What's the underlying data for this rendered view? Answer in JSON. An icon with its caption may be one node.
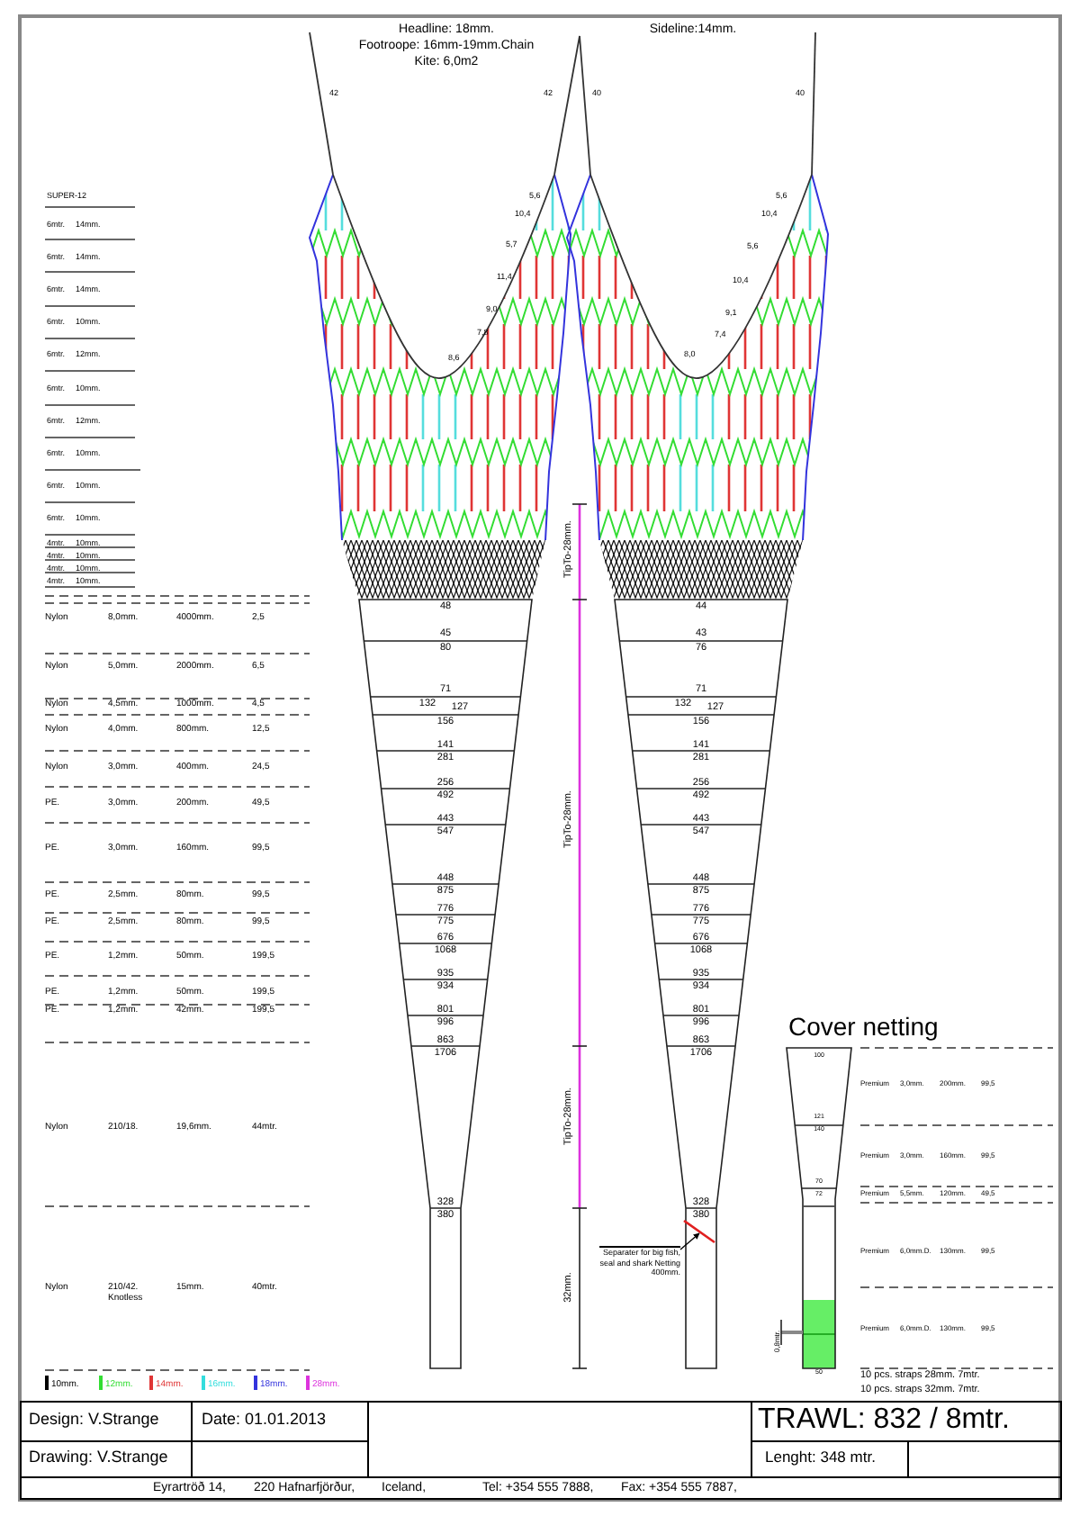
{
  "diagram": {
    "nodes": [
      {
        "text": [
          "Separater for big fish, seal and shark Netting 400mm."
        ]
      },
      {
        "text": [],
        "shape": "bar"
      }
    ],
    "edges": [
      {
        "from": 0,
        "to": 1,
        "arrow": "to"
      }
    ],
    "labels": [
      "Headline: 18mm.",
      "Footroope: 16mm-19mm.Chain",
      "Kite: 6,0m2",
      "Sideline:14mm.",
      "42",
      "42",
      "5,6",
      "10,4",
      "5,7",
      "11,4",
      "9,0",
      "7,8",
      "8,6",
      "40",
      "40",
      "5,6",
      "10,4",
      "5,6",
      "10,4",
      "9,1",
      "7,4",
      "8,0",
      "SUPER-12",
      "6mtr.",
      "14mm.",
      "6mtr.",
      "14mm.",
      "6mtr.",
      "14mm.",
      "6mtr.",
      "10mm.",
      "6mtr.",
      "12mm.",
      "6mtr.",
      "10mm.",
      "6mtr.",
      "12mm.",
      "6mtr.",
      "10mm.",
      "6mtr.",
      "10mm.",
      "6mtr.",
      "10mm.",
      "4mtr.",
      "10mm.",
      "4mtr.",
      "10mm.",
      "4mtr.",
      "10mm.",
      "4mtr.",
      "10mm.",
      "Nylon",
      "8,0mm.",
      "4000mm.",
      "2,5",
      "Nylon",
      "5,0mm.",
      "2000mm.",
      "6,5",
      "Nylon",
      "4,5mm.",
      "1000mm.",
      "4,5",
      "Nylon",
      "4,0mm.",
      "800mm.",
      "12,5",
      "Nylon",
      "3,0mm.",
      "400mm.",
      "24,5",
      "PE.",
      "3,0mm.",
      "200mm.",
      "49,5",
      "PE.",
      "3,0mm.",
      "160mm.",
      "99,5",
      "PE.",
      "2,5mm.",
      "80mm.",
      "99,5",
      "PE.",
      "2,5mm.",
      "80mm.",
      "99,5",
      "PE.",
      "1,2mm.",
      "50mm.",
      "199,5",
      "PE.",
      "1,2mm.",
      "50mm.",
      "199,5",
      "PE.",
      "1,2mm.",
      "42mm.",
      "199,5",
      "Nylon",
      "210/18.",
      "19,6mm.",
      "44mtr.",
      "Nylon",
      "210/42. Knotless",
      "15mm.",
      "40mtr.",
      "48",
      "45",
      "80",
      "71",
      "132",
      "127",
      "156",
      "141",
      "281",
      "256",
      "492",
      "443",
      "547",
      "448",
      "875",
      "776",
      "775",
      "676",
      "1068",
      "935",
      "934",
      "801",
      "996",
      "863",
      "1706",
      "328",
      "380",
      "44",
      "43",
      "76",
      "71",
      "132",
      "127",
      "156",
      "141",
      "281",
      "256",
      "492",
      "443",
      "547",
      "448",
      "875",
      "776",
      "775",
      "676",
      "1068",
      "935",
      "934",
      "801",
      "996",
      "863",
      "1706",
      "328",
      "380",
      "TipTo-28mm.",
      "TipTo-28mm.",
      "TipTo-28mm.",
      "32mm.",
      "Cover netting",
      "100",
      "121",
      "140",
      "70",
      "72",
      "50",
      "0,8mtr.",
      "Premium",
      "3,0mm.",
      "200mm.",
      "99,5",
      "Premium",
      "3,0mm.",
      "160mm.",
      "99,5",
      "Premium",
      "5,5mm.",
      "120mm.",
      "49,5",
      "Premium",
      "6,0mm.D.",
      "130mm.",
      "99,5",
      "Premium",
      "6,0mm.D.",
      "130mm.",
      "99,5",
      "10 pcs. straps 28mm. 7mtr.",
      "10 pcs. straps 32mm. 7mtr.",
      "Design: V.Strange",
      "Date: 01.01.2013",
      "Drawing: V.Strange",
      "TRAWL: 832 / 8mtr.",
      "Lenght: 348 mtr.",
      "Eyrartröð 14,",
      "220 Hafnarfjörður,",
      "Iceland,",
      "Tel: +354 555 7888,",
      "Fax: +354 555 7887,"
    ],
    "legend": [
      {
        "text": "10mm.",
        "color": "#000000"
      },
      {
        "text": "12mm.",
        "color": "#33dd33"
      },
      {
        "text": "14mm.",
        "color": "#e03535"
      },
      {
        "text": "16mm.",
        "color": "#33dddd"
      },
      {
        "text": "18mm.",
        "color": "#3333dd"
      },
      {
        "text": "28mm.",
        "color": "#dd33dd"
      }
    ]
  }
}
